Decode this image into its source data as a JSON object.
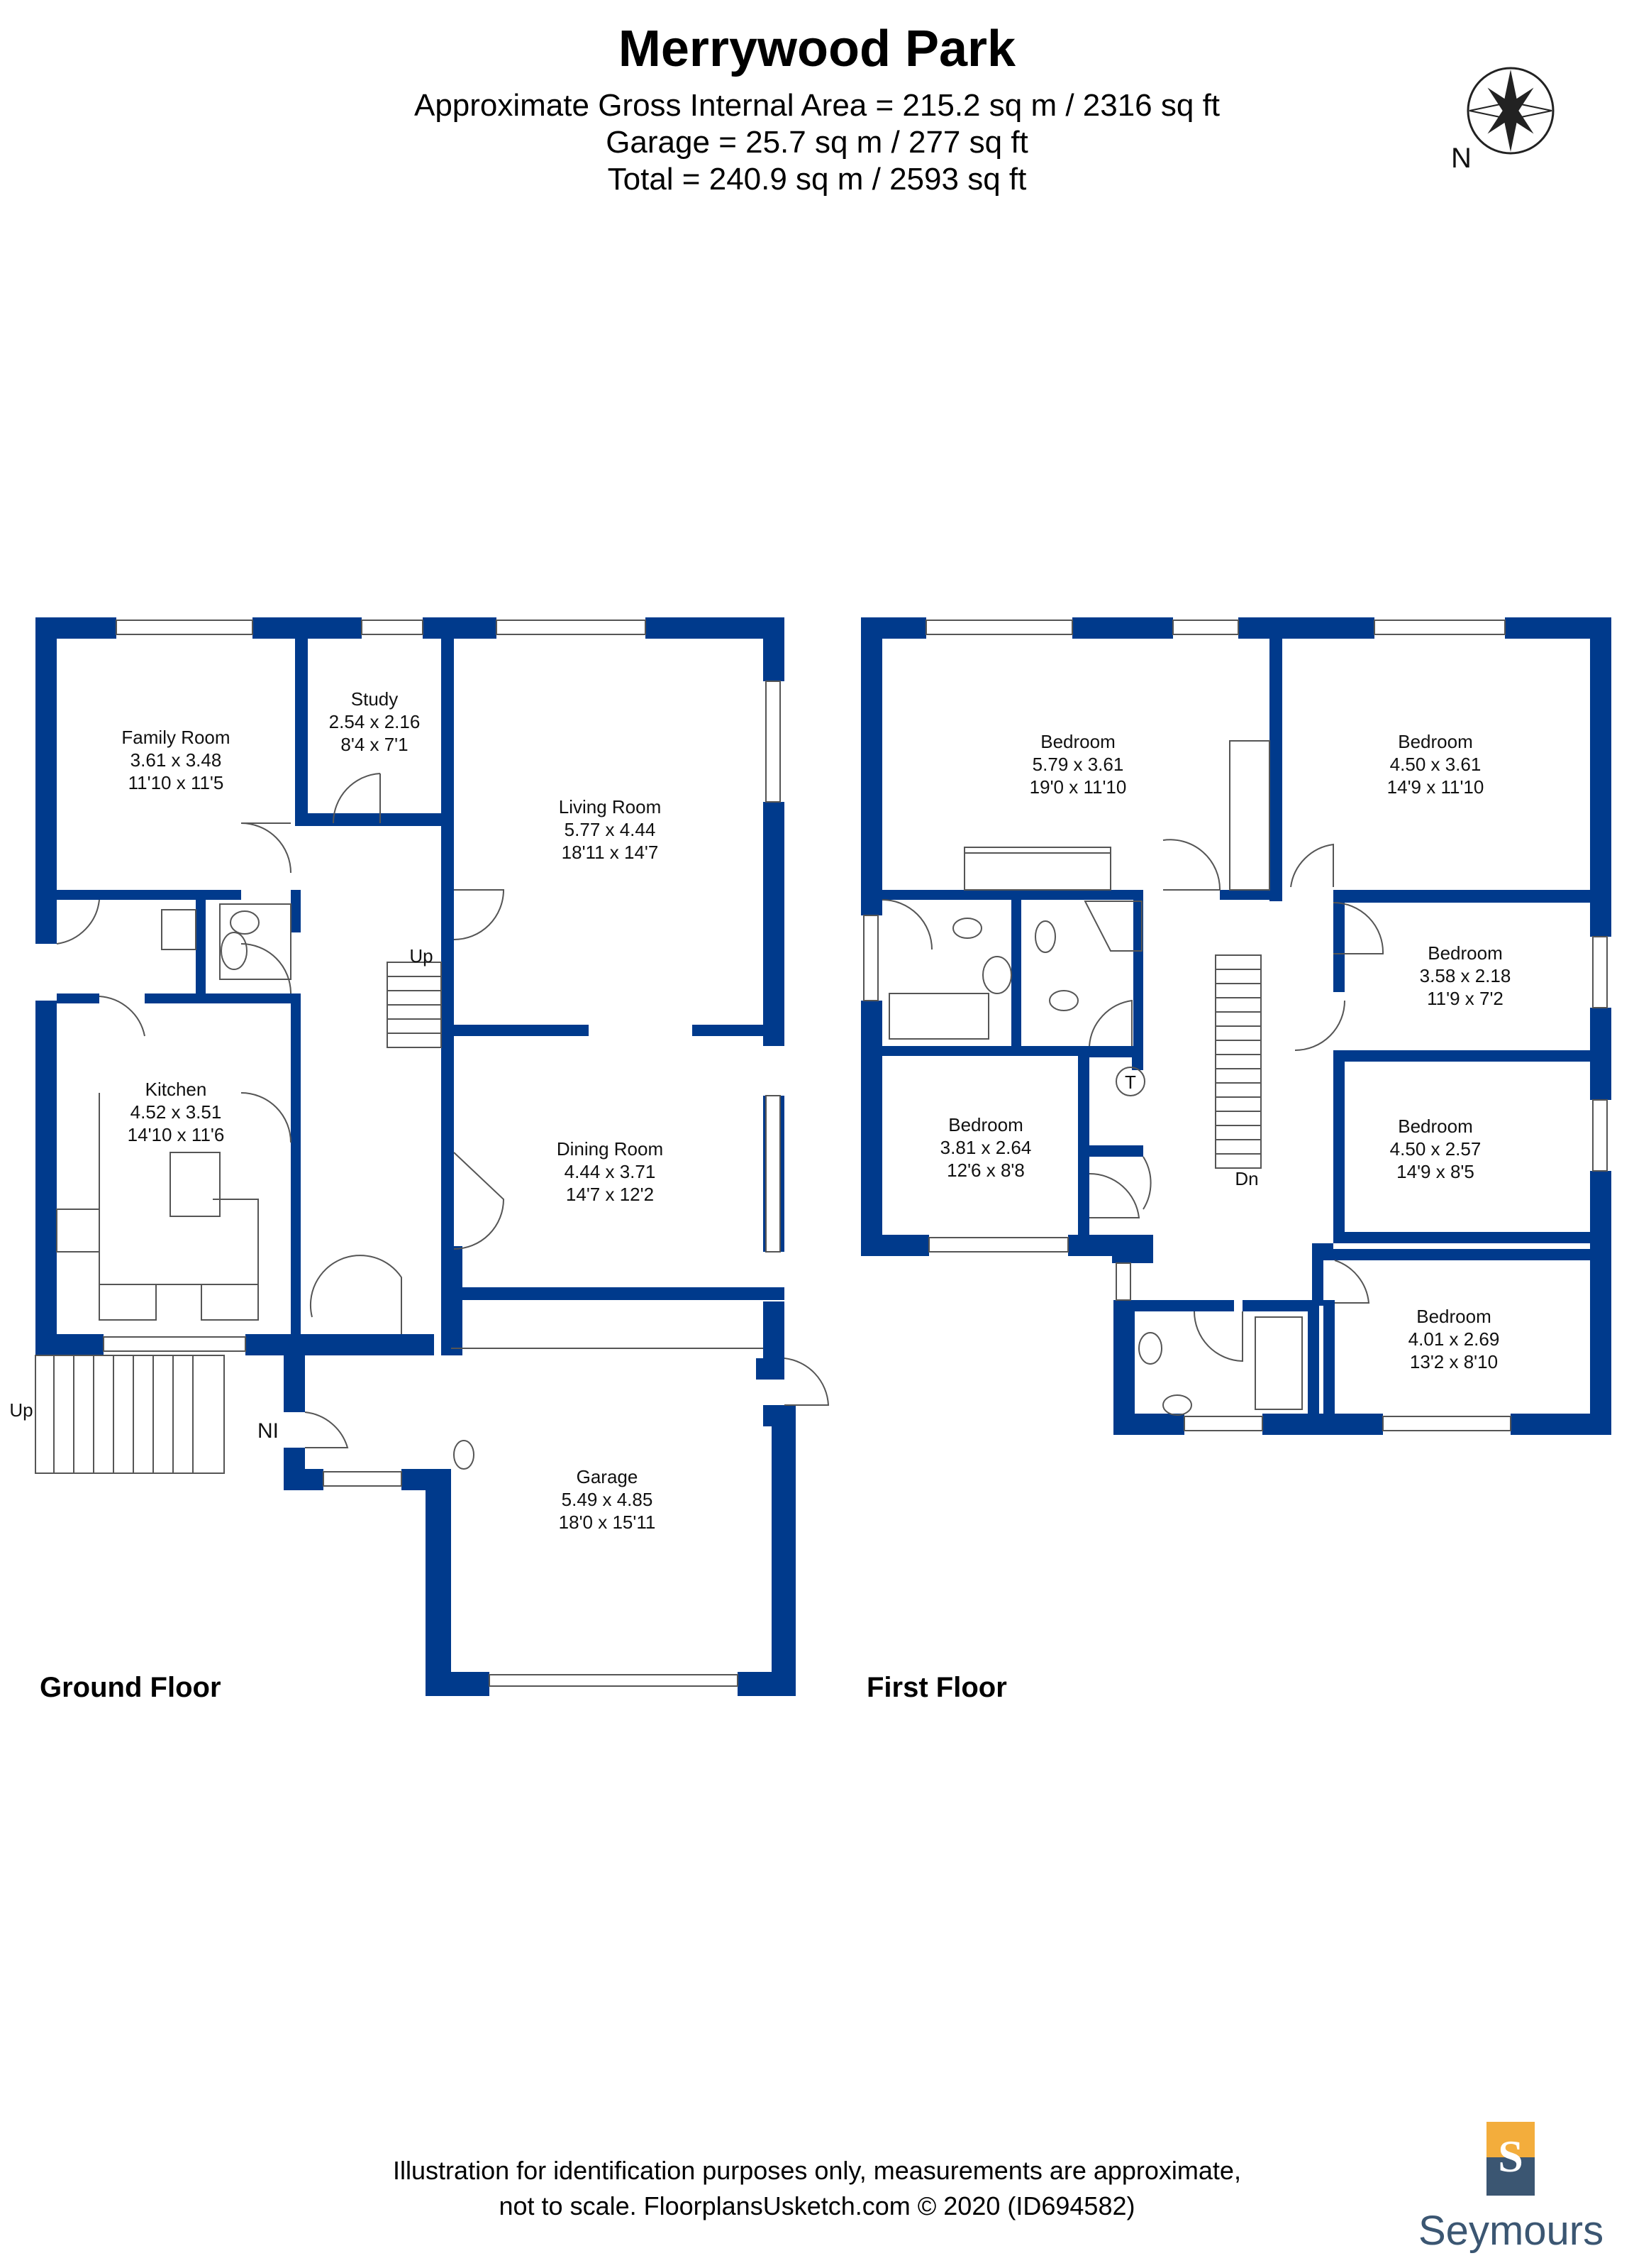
{
  "header": {
    "title": "Merrywood Park",
    "area_line1": "Approximate Gross Internal Area = 215.2 sq m / 2316 sq ft",
    "area_line2": "Garage = 25.7 sq m / 277 sq ft",
    "area_line3": "Total = 240.9 sq m / 2593 sq ft"
  },
  "compass": {
    "label": "N"
  },
  "ground_floor": {
    "label": "Ground Floor",
    "rooms": [
      {
        "name": "Family Room",
        "metric": "3.61 x 3.48",
        "imperial": "11'10 x 11'5"
      },
      {
        "name": "Study",
        "metric": "2.54 x 2.16",
        "imperial": "8'4 x 7'1"
      },
      {
        "name": "Living Room",
        "metric": "5.77 x 4.44",
        "imperial": "18'11 x 14'7"
      },
      {
        "name": "Kitchen",
        "metric": "4.52 x 3.51",
        "imperial": "14'10 x 11'6"
      },
      {
        "name": "Dining Room",
        "metric": "4.44 x 3.71",
        "imperial": "14'7 x 12'2"
      },
      {
        "name": "Garage",
        "metric": "5.49 x 4.85",
        "imperial": "18'0 x 15'11"
      }
    ],
    "stair_label": "Up",
    "outside_stair_label": "Up",
    "entrance_label": "NI"
  },
  "first_floor": {
    "label": "First Floor",
    "rooms": [
      {
        "name": "Bedroom",
        "metric": "5.79 x 3.61",
        "imperial": "19'0 x 11'10"
      },
      {
        "name": "Bedroom",
        "metric": "4.50 x 3.61",
        "imperial": "14'9 x 11'10"
      },
      {
        "name": "Bedroom",
        "metric": "3.58 x 2.18",
        "imperial": "11'9 x 7'2"
      },
      {
        "name": "Bedroom",
        "metric": "3.81 x 2.64",
        "imperial": "12'6 x 8'8"
      },
      {
        "name": "Bedroom",
        "metric": "4.50 x 2.57",
        "imperial": "14'9 x 8'5"
      },
      {
        "name": "Bedroom",
        "metric": "4.01 x 2.69",
        "imperial": "13'2 x 8'10"
      }
    ],
    "stair_label": "Dn",
    "tank_label": "T"
  },
  "footer": {
    "disclaimer_line1": "Illustration for identification purposes only, measurements are approximate,",
    "disclaimer_line2": "not to scale. FloorplansUsketch.com © 2020 (ID694582)"
  },
  "logo": {
    "letter": "S",
    "name": "Seymours"
  },
  "colors": {
    "wall": "#003a8c",
    "logo_top": "#f3ad3c",
    "logo_bottom": "#3b5672"
  }
}
